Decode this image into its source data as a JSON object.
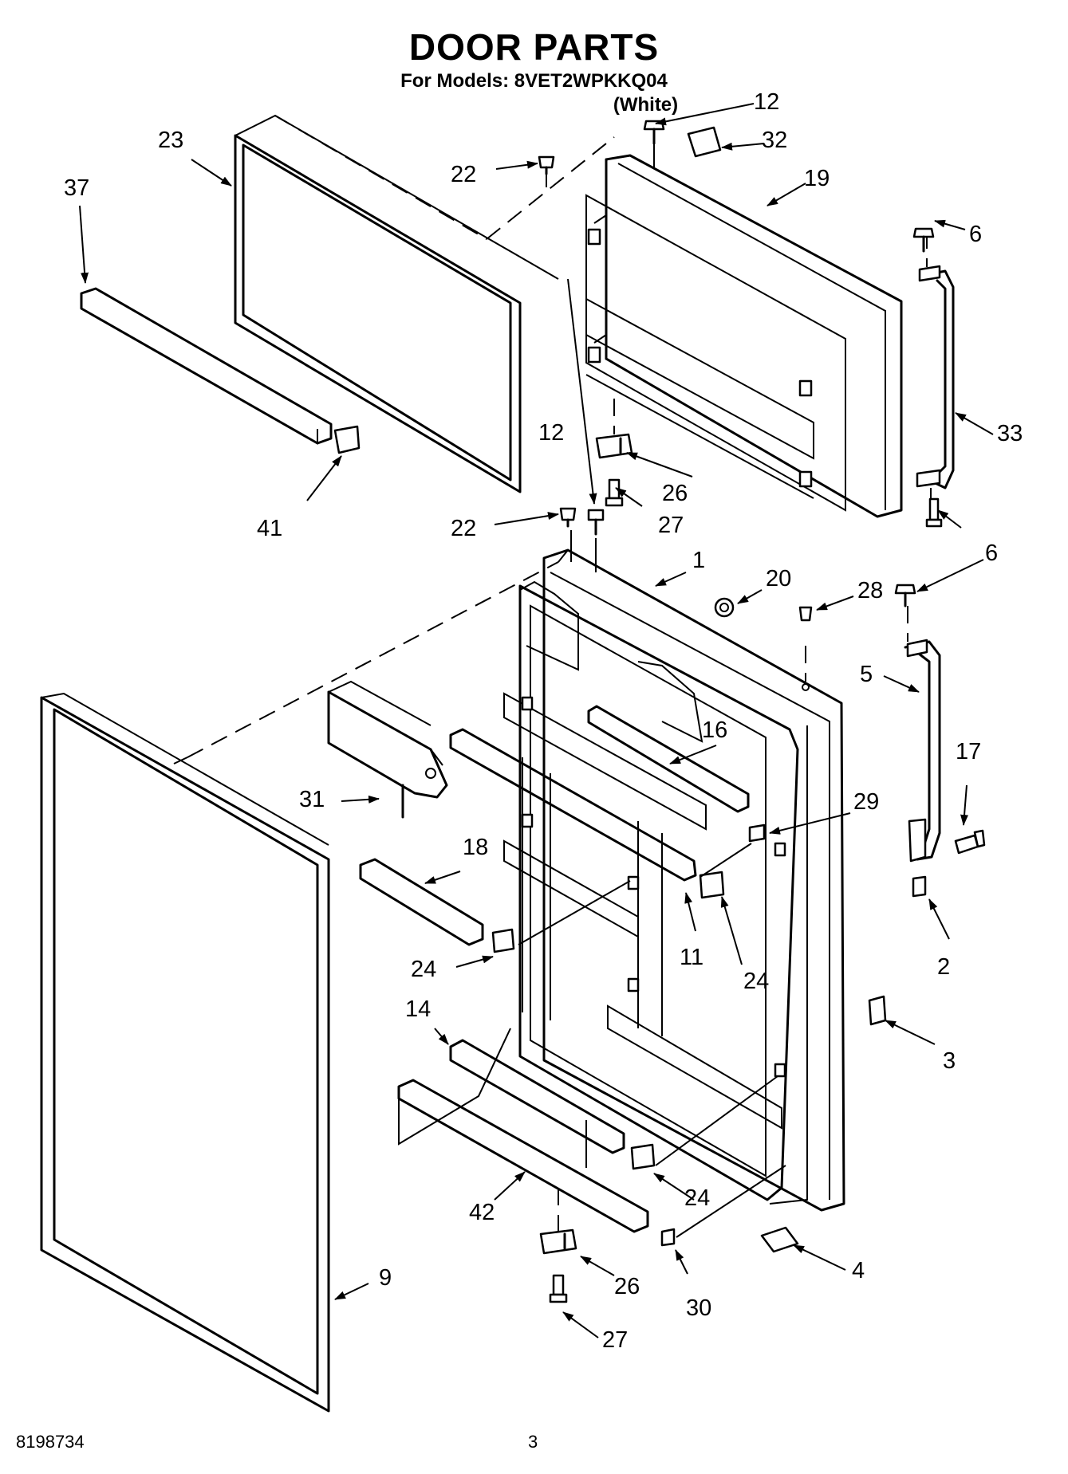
{
  "header": {
    "title": "DOOR PARTS",
    "models": "For Models: 8VET2WPKKQ04",
    "color": "(White)"
  },
  "parts": {
    "p1": "1",
    "p2": "2",
    "p3": "3",
    "p4": "4",
    "p5": "5",
    "p6": "6",
    "p9": "9",
    "p11": "11",
    "p12": "12",
    "p14": "14",
    "p16": "16",
    "p17": "17",
    "p18": "18",
    "p19": "19",
    "p20": "20",
    "p22": "22",
    "p23": "23",
    "p24": "24",
    "p26": "26",
    "p27": "27",
    "p28": "28",
    "p29": "29",
    "p30": "30",
    "p31": "31",
    "p32": "32",
    "p33": "33",
    "p37": "37",
    "p41": "41",
    "p42": "42"
  },
  "footer": {
    "doc_number": "8198734",
    "page": "3"
  }
}
